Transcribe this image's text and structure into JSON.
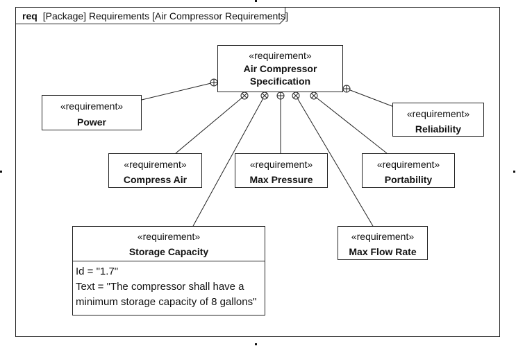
{
  "frame": {
    "keyword": "req",
    "title": "[Package] Requirements [Air Compressor Requirements]"
  },
  "stereotype": "«requirement»",
  "requirements": {
    "main": {
      "name_line1": "Air Compressor",
      "name_line2": "Specification"
    },
    "power": {
      "name": "Power"
    },
    "reliability": {
      "name": "Reliability"
    },
    "compress_air": {
      "name": "Compress Air"
    },
    "max_pressure": {
      "name": "Max Pressure"
    },
    "portability": {
      "name": "Portability"
    },
    "storage_capacity": {
      "name": "Storage Capacity",
      "id_line": "Id = \"1.7\"",
      "text_line1": "Text = \"The compressor shall have a",
      "text_line2": "minimum storage capacity of 8 gallons\""
    },
    "max_flow_rate": {
      "name": "Max Flow Rate"
    }
  }
}
